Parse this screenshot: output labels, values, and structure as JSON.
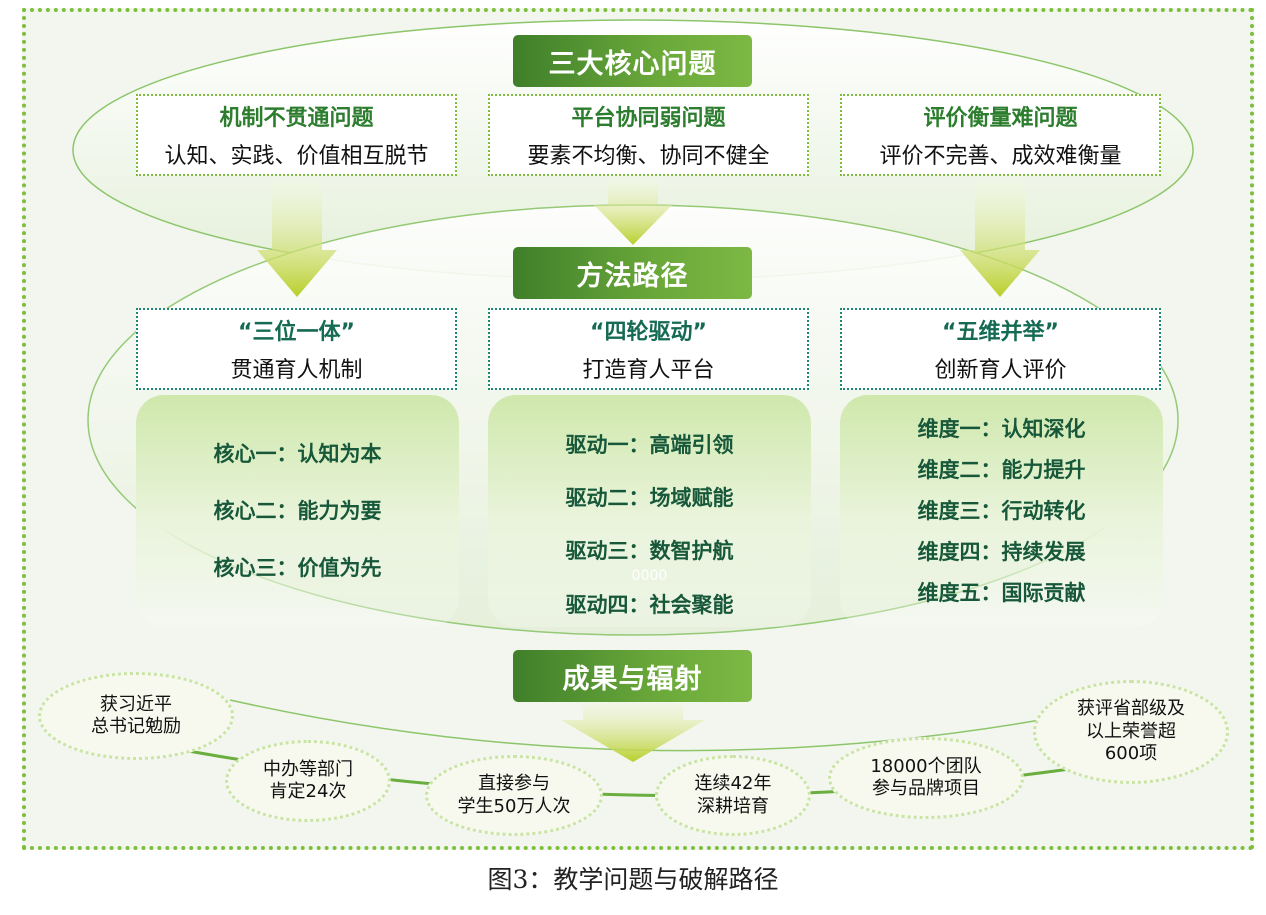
{
  "sections": {
    "problems": "三大核心问题",
    "methods": "方法路径",
    "results": "成果与辐射"
  },
  "problems": [
    {
      "title": "机制不贯通问题",
      "desc": "认知、实践、价值相互脱节"
    },
    {
      "title": "平台协同弱问题",
      "desc": "要素不均衡、协同不健全"
    },
    {
      "title": "评价衡量难问题",
      "desc": "评价不完善、成效难衡量"
    }
  ],
  "methods": [
    {
      "title": "“三位一体”",
      "desc": "贯通育人机制",
      "items": [
        "核心一：认知为本",
        "核心二：能力为要",
        "核心三：价值为先"
      ]
    },
    {
      "title": "“四轮驱动”",
      "desc": "打造育人平台",
      "items": [
        "驱动一：高端引领",
        "驱动二：场域赋能",
        "驱动三：数智护航",
        "驱动四：社会聚能"
      ]
    },
    {
      "title": "“五维并举”",
      "desc": "创新育人评价",
      "items": [
        "维度一：认知深化",
        "维度二：能力提升",
        "维度三：行动转化",
        "维度四：持续发展",
        "维度五：国际贡献"
      ]
    }
  ],
  "faint_text": "0000",
  "results": [
    {
      "l1": "获习近平",
      "l2": "总书记勉励"
    },
    {
      "l1": "中办等部门",
      "l2": "肯定24次"
    },
    {
      "l1": "直接参与",
      "l2": "学生50万人次"
    },
    {
      "l1": "连续42年",
      "l2": "深耕培育"
    },
    {
      "l1": "18000个团队",
      "l2": "参与品牌项目"
    },
    {
      "l1": "获评省部级及",
      "l2": "以上荣誉超",
      "l3": "600项"
    }
  ],
  "caption": "图3：教学问题与破解路径",
  "colors": {
    "header": "#4f8f30",
    "accent": "#7cbf3a",
    "text_green": "#17583a"
  }
}
